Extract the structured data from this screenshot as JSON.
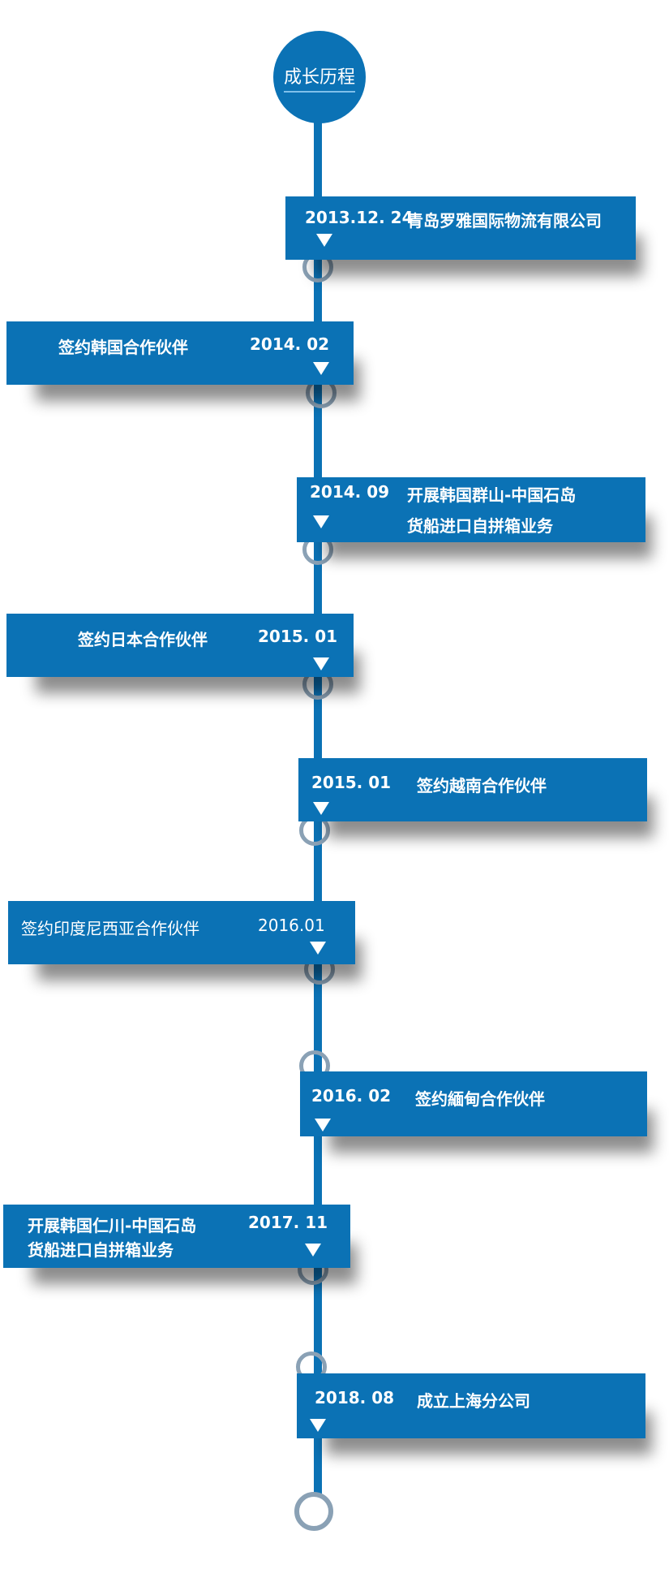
{
  "header": {
    "title": "成长历程"
  },
  "events": [
    {
      "date": "2013.12. 24",
      "text": "青岛罗雅国际物流有限公司"
    },
    {
      "date": "2014. 02",
      "text": "签约韩国合作伙伴"
    },
    {
      "date": "2014. 09",
      "text_line1": "开展韩国群山-中国石岛",
      "text_line2": "货船进口自拼箱业务"
    },
    {
      "date": "2015. 01",
      "text": "签约日本合作伙伴"
    },
    {
      "date": "2015. 01",
      "text": "签约越南合作伙伴"
    },
    {
      "date": "2016.01",
      "text": "签约印度尼西亚合作伙伴"
    },
    {
      "date": "2016. 02",
      "text": "签约緬甸合作伙伴"
    },
    {
      "date": "2017. 11",
      "text_line1": "开展韩国仁川-中国石岛",
      "text_line2": "货船进口自拼箱业务"
    },
    {
      "date": "2018. 08",
      "text": "成立上海分公司"
    }
  ],
  "colors": {
    "primary": "#0b72b5",
    "ring": "#8aa1b5",
    "text": "#ffffff"
  }
}
